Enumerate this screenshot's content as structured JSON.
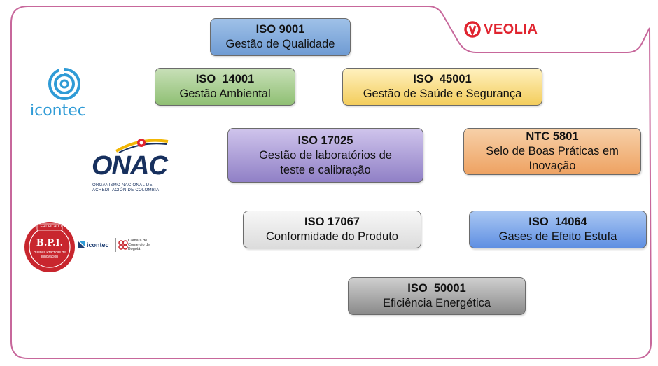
{
  "certifications": [
    {
      "id": "b1",
      "title": "ISO 9001",
      "lines": [
        "Gestão de Qualidade"
      ]
    },
    {
      "id": "b2",
      "title": "ISO  14001",
      "lines": [
        "Gestão Ambiental"
      ]
    },
    {
      "id": "b3",
      "title": "ISO  45001",
      "lines": [
        "Gestão de Saúde e Segurança"
      ]
    },
    {
      "id": "b4",
      "title": "ISO 17025",
      "lines": [
        "Gestão de laboratórios de",
        "teste e calibração"
      ]
    },
    {
      "id": "b5",
      "title": "NTC 5801",
      "lines": [
        "Selo de Boas Práticas em",
        "Inovação"
      ]
    },
    {
      "id": "b6",
      "title": "ISO 17067",
      "lines": [
        "Conformidade do Produto"
      ]
    },
    {
      "id": "b7",
      "title": "ISO  14064",
      "lines": [
        "Gases de Efeito Estufa"
      ]
    },
    {
      "id": "b8",
      "title": "ISO  50001",
      "lines": [
        "Eficiência Energética"
      ]
    }
  ],
  "logos": {
    "veolia": "VEOLIA",
    "icontec": "icontec",
    "onac": {
      "name": "ONAC",
      "line1": "ORGANISMO NACIONAL DE",
      "line2": "ACREDITACIÓN DE COLOMBIA"
    },
    "bpi": {
      "badge": "CERTIFICADO",
      "name": "B.P.I.",
      "sub": "Buenas Prácticas de Innovación"
    },
    "partners": {
      "icontec": "icontec",
      "cc": "Cámara de Comercio de Bogotá"
    }
  },
  "colors": {
    "frame": "#c7679b",
    "veolia_red": "#e0242f",
    "icontec_blue": "#2f9bd6",
    "onac_navy": "#17305e",
    "bpi_red": "#c8262e"
  }
}
